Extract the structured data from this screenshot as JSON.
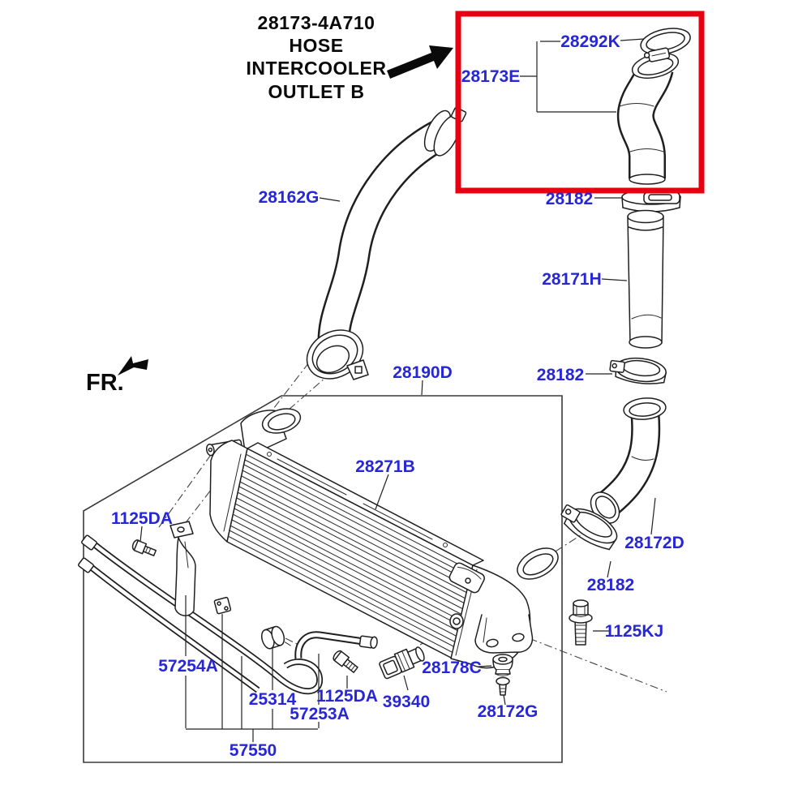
{
  "diagram": {
    "callout": {
      "part_number": "28173-4A710",
      "line1": "HOSE",
      "line2": "INTERCOOLER",
      "line3": "OUTLET B"
    },
    "front_marker": "FR.",
    "colors": {
      "highlight": "#e60012",
      "label": "#2727d8"
    },
    "labels": [
      {
        "id": "28292K",
        "text": "28292K"
      },
      {
        "id": "28173E",
        "text": "28173E"
      },
      {
        "id": "28182-a",
        "text": "28182"
      },
      {
        "id": "28171H",
        "text": "28171H"
      },
      {
        "id": "28182-b",
        "text": "28182"
      },
      {
        "id": "28162G",
        "text": "28162G"
      },
      {
        "id": "28190D",
        "text": "28190D"
      },
      {
        "id": "28271B",
        "text": "28271B"
      },
      {
        "id": "28172D",
        "text": "28172D"
      },
      {
        "id": "28182-c",
        "text": "28182"
      },
      {
        "id": "1125KJ",
        "text": "1125KJ"
      },
      {
        "id": "1125DA-a",
        "text": "1125DA"
      },
      {
        "id": "57254A",
        "text": "57254A"
      },
      {
        "id": "25314",
        "text": "25314"
      },
      {
        "id": "1125DA-b",
        "text": "1125DA"
      },
      {
        "id": "57253A",
        "text": "57253A"
      },
      {
        "id": "39340",
        "text": "39340"
      },
      {
        "id": "28178C",
        "text": "28178C"
      },
      {
        "id": "28172G",
        "text": "28172G"
      },
      {
        "id": "57550",
        "text": "57550"
      }
    ]
  }
}
